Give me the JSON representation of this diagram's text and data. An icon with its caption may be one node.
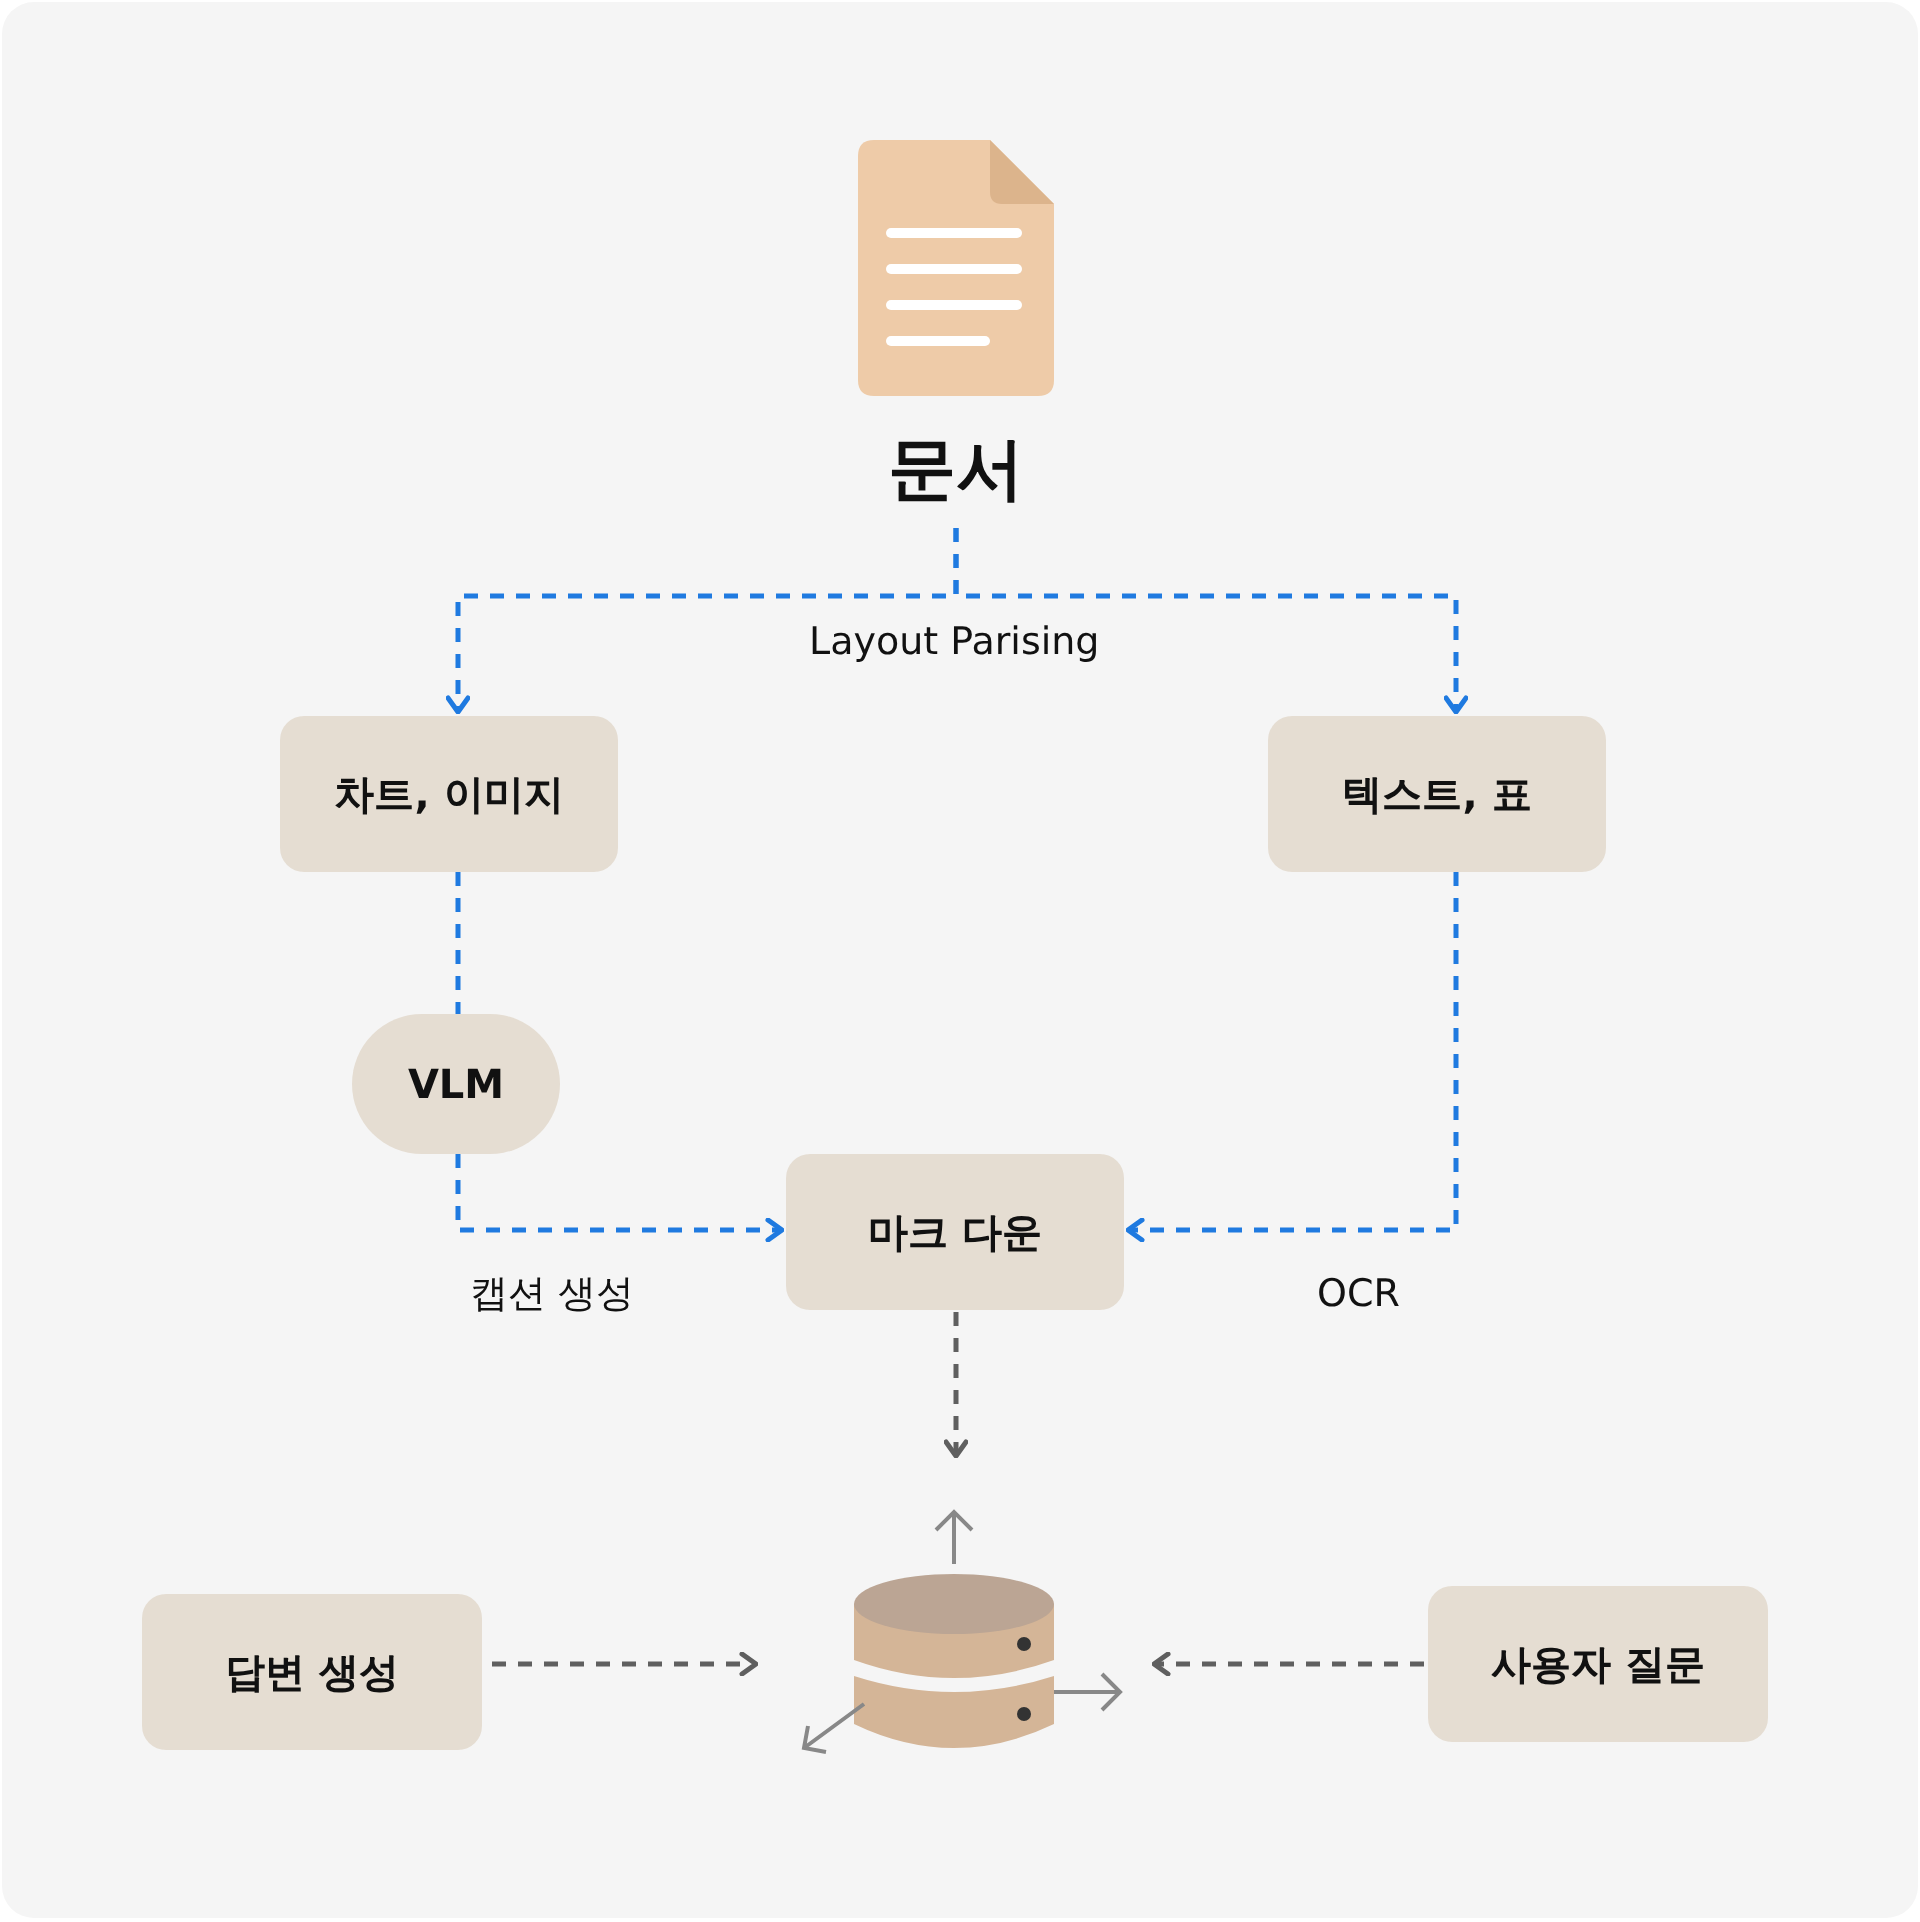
{
  "diagram": {
    "nodes": [
      {
        "text": [
          "문서"
        ]
      },
      {
        "text": [
          "차트, 이미지"
        ]
      },
      {
        "text": [
          "텍스트, 표"
        ]
      },
      {
        "text": [
          "VLM"
        ]
      },
      {
        "text": [
          "마크 다운"
        ]
      },
      {
        "text": [],
        "shape": "cylinder"
      },
      {
        "text": [
          "답변 생성"
        ]
      },
      {
        "text": [
          "사용자 질문"
        ]
      }
    ],
    "edges": [
      {
        "from": 0,
        "to": 1,
        "arrow": "to",
        "style": "dashed"
      },
      {
        "from": 0,
        "to": 2,
        "arrow": "to",
        "style": "dashed"
      },
      {
        "from": 1,
        "to": 3,
        "arrow": "none",
        "style": "dashed"
      },
      {
        "from": 3,
        "to": 4,
        "arrow": "to",
        "style": "dashed",
        "label": "캡션 생성"
      },
      {
        "from": 2,
        "to": 4,
        "arrow": "to",
        "style": "dashed",
        "label": "OCR"
      },
      {
        "from": 4,
        "to": 5,
        "arrow": "to",
        "style": "dashed",
        "color": "#5f5f5f"
      },
      {
        "from": 6,
        "to": 5,
        "arrow": "to",
        "style": "dashed",
        "color": "#5f5f5f"
      },
      {
        "from": 7,
        "to": 5,
        "arrow": "to",
        "style": "dashed",
        "color": "#5f5f5f"
      }
    ],
    "labels": [
      "Layout Parising"
    ]
  }
}
